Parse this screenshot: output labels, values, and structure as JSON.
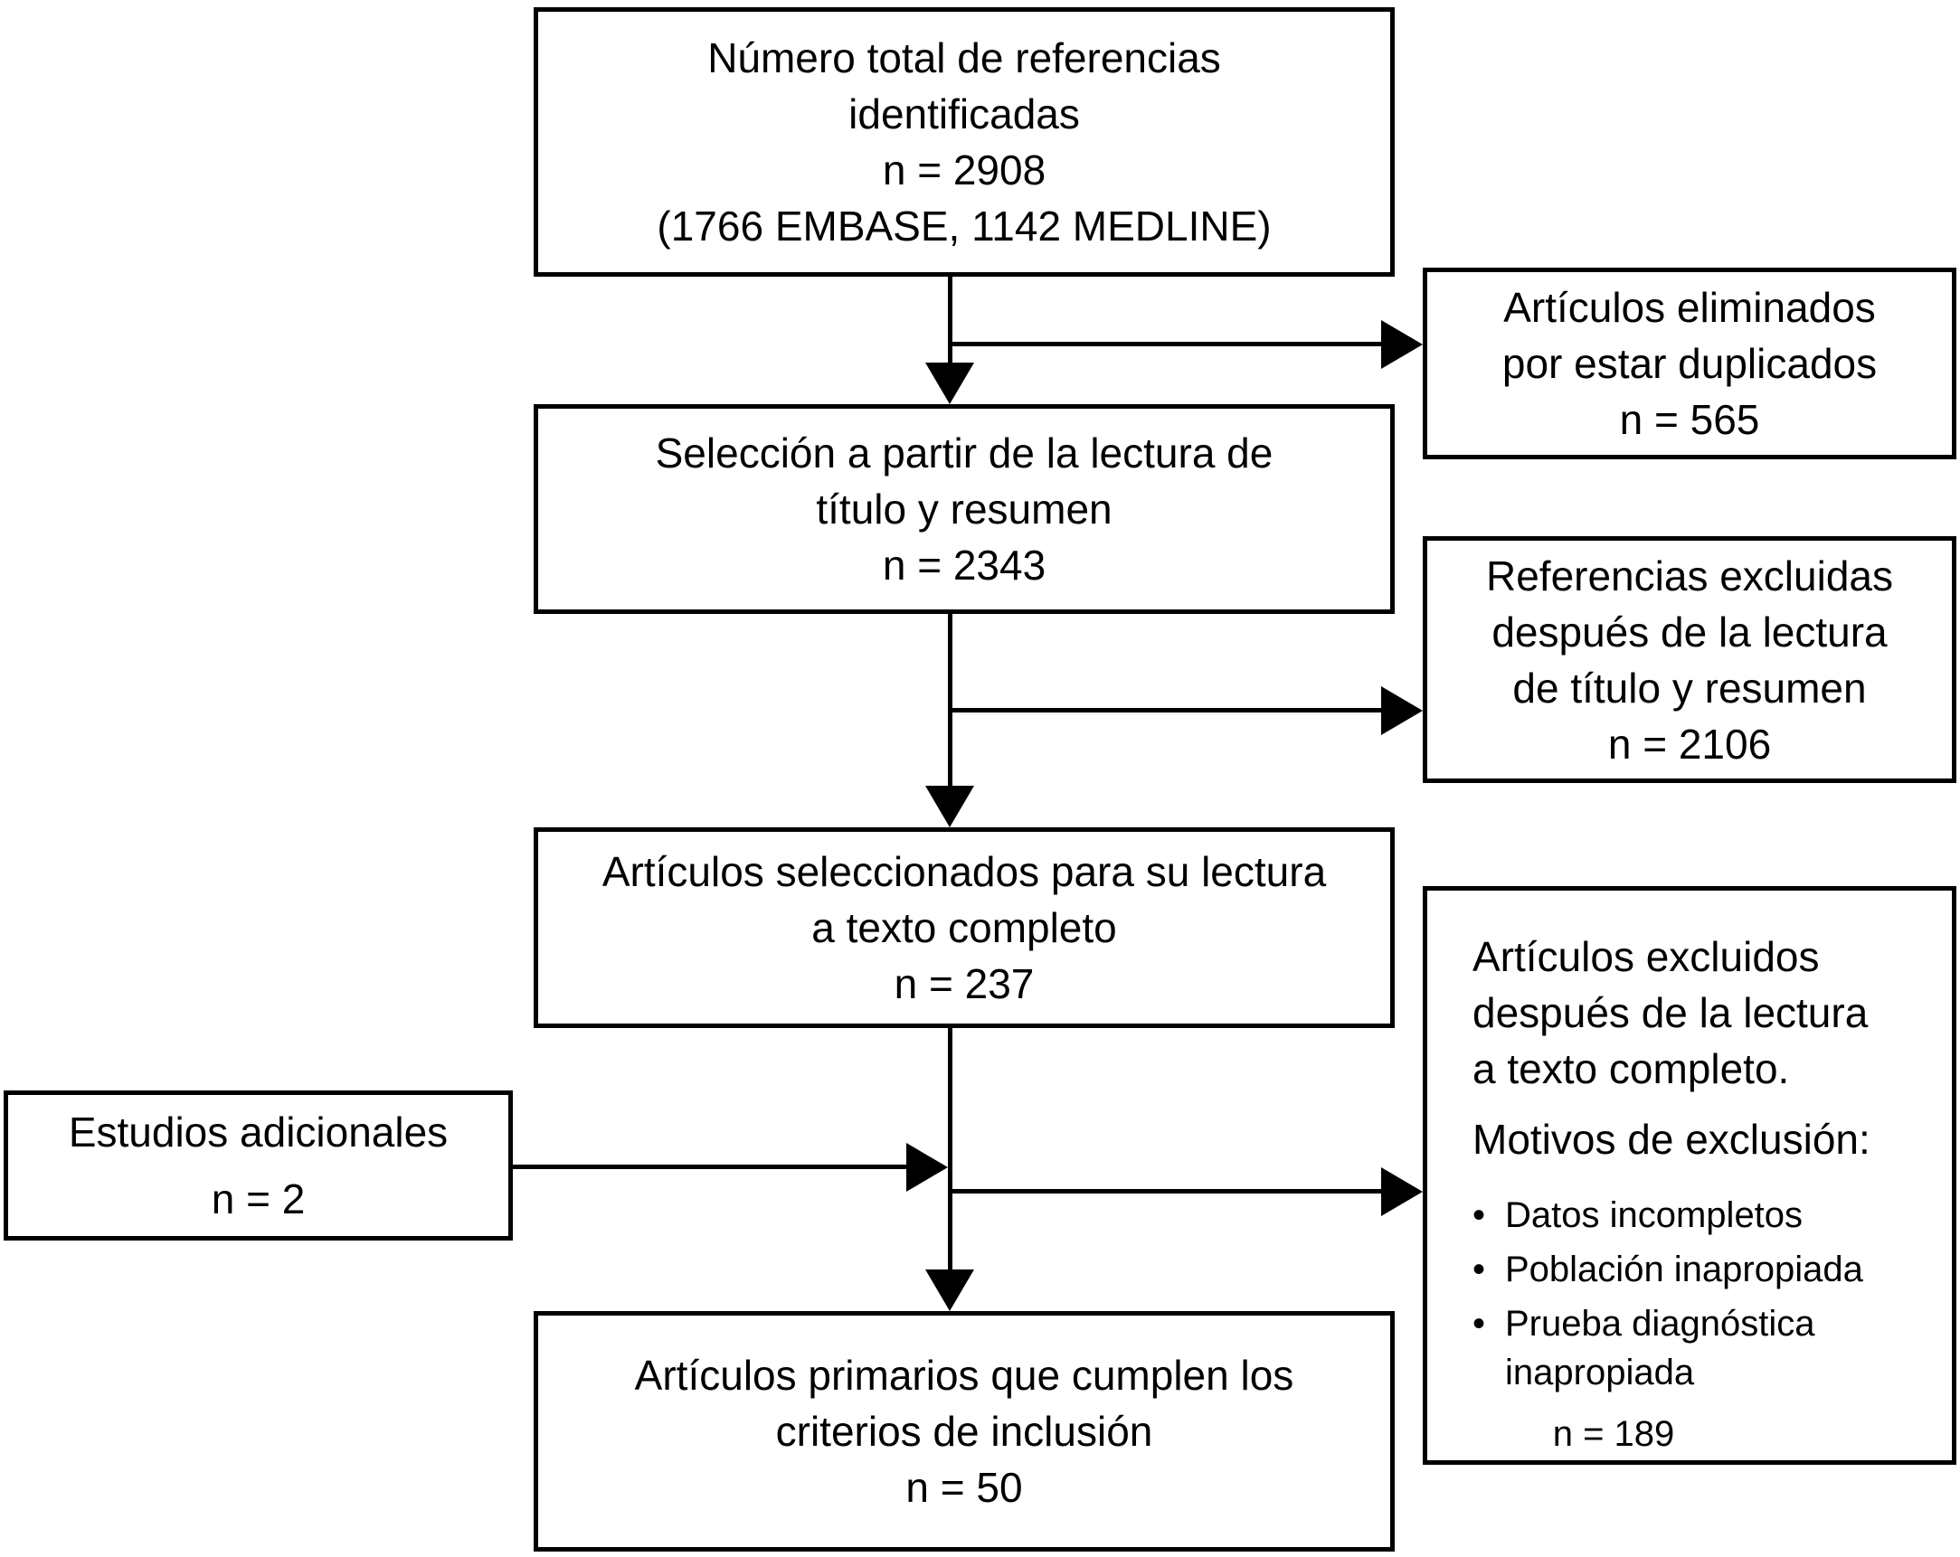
{
  "colors": {
    "background": "#ffffff",
    "line": "#000000",
    "text": "#000000"
  },
  "flowchart": {
    "boxes": {
      "identified": {
        "lines": [
          "Número total de referencias",
          "identificadas",
          "n = 2908",
          "(1766 EMBASE, 1142 MEDLINE)"
        ]
      },
      "duplicates": {
        "lines": [
          "Artículos eliminados",
          "por estar duplicados",
          "n = 565"
        ]
      },
      "screening": {
        "lines": [
          "Selección a partir de la lectura de",
          "título y resumen",
          "n = 2343"
        ]
      },
      "excluded_screening": {
        "lines": [
          "Referencias excluidas",
          "después de la lectura",
          "de título y resumen",
          "n = 2106"
        ]
      },
      "fulltext": {
        "lines": [
          "Artículos seleccionados para su lectura",
          "a texto completo",
          "n = 237"
        ]
      },
      "additional": {
        "lines": [
          "Estudios adicionales",
          "n = 2"
        ]
      },
      "excluded_fulltext": {
        "title_lines": [
          "Artículos excluidos",
          "después de la lectura",
          "a texto completo."
        ],
        "subtitle": "Motivos de exclusión:",
        "bullet_glyph": "•",
        "reasons": [
          "Datos incompletos",
          "Población inapropiada",
          "Prueba diagnóstica inapropiada"
        ],
        "count": "n = 189"
      },
      "included": {
        "lines": [
          "Artículos primarios que cumplen los",
          "criterios de inclusión",
          "n = 50"
        ]
      }
    }
  }
}
